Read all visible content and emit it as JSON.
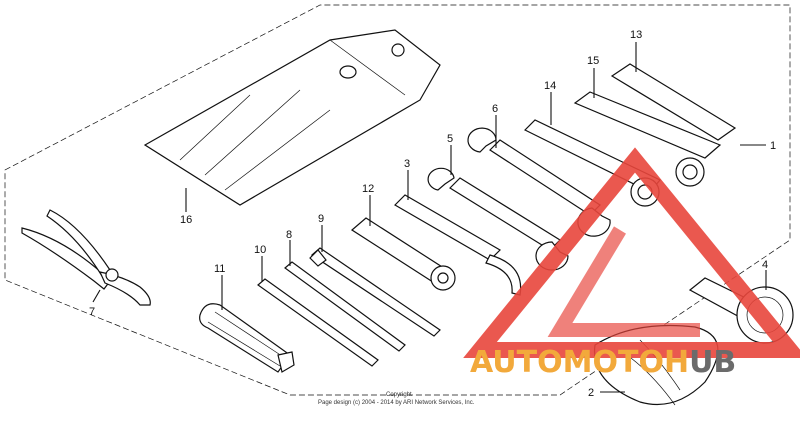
{
  "callouts": {
    "c1": "1",
    "c2": "2",
    "c3": "3",
    "c4": "4",
    "c5": "5",
    "c6": "6",
    "c7": "7",
    "c8": "8",
    "c9": "9",
    "c10": "10",
    "c11": "11",
    "c12": "12",
    "c13": "13",
    "c14": "14",
    "c15": "15",
    "c16": "16"
  },
  "copyright": {
    "line1": "Copyright",
    "line2": "Page design (c) 2004 - 2014 by ARI Network Services, Inc."
  },
  "watermark": {
    "text": "AUTOMOTOHUB",
    "colors": {
      "red": "#e8463c",
      "orange": "#f2a93b",
      "gray": "#6b6b6b"
    }
  }
}
